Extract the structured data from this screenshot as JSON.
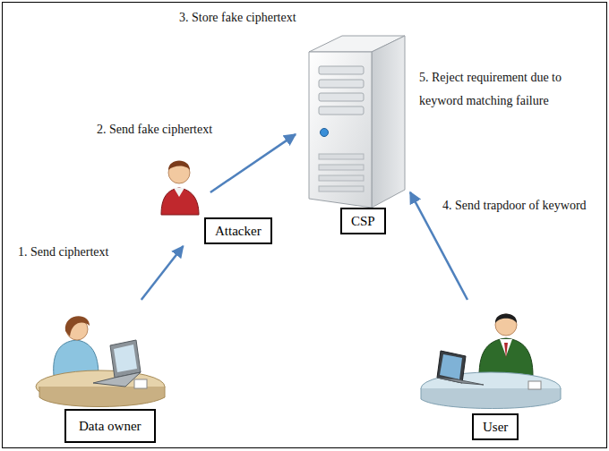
{
  "diagram": {
    "nodes": [
      {
        "text": [
          "CSP"
        ]
      },
      {
        "text": [
          "Attacker"
        ]
      },
      {
        "text": [
          "Data owner"
        ]
      },
      {
        "text": [
          "User"
        ]
      }
    ],
    "edges": [
      {
        "from": 2,
        "to": 1,
        "arrow": "to",
        "label": "1. Send ciphertext"
      },
      {
        "from": 1,
        "to": 0,
        "arrow": "to",
        "label": "2. Send fake ciphertext"
      },
      {
        "from": 3,
        "to": 0,
        "arrow": "to",
        "label": "4. Send trapdoor of keyword"
      }
    ],
    "labels": [
      "3. Store fake ciphertext",
      "5. Reject requirement due to keyword matching failure"
    ]
  }
}
